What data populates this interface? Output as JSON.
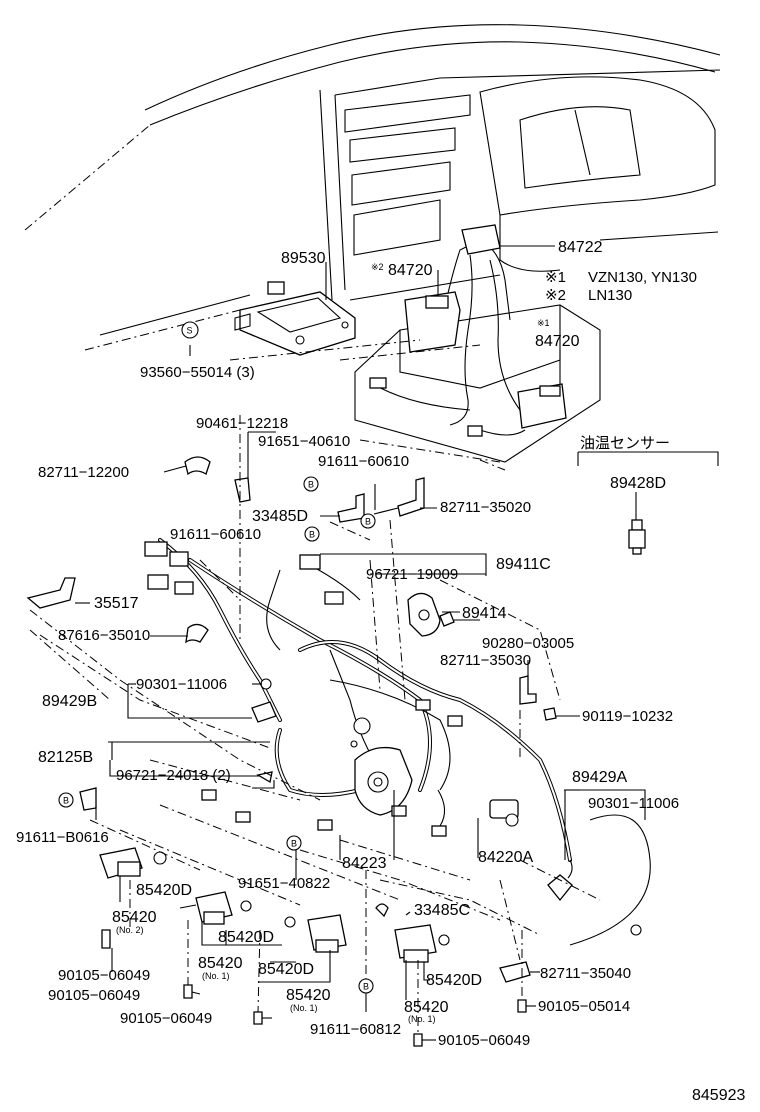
{
  "diagram_id": "845923",
  "models": {
    "note1_mark": "※1",
    "note1_text": "VZN130, YN130",
    "note2_mark": "※2",
    "note2_text": "LN130"
  },
  "section_header": "油温センサー",
  "marks": {
    "s_mark": "S",
    "b_mark": "B",
    "note1": "※1",
    "note2": "※2"
  },
  "parts": {
    "p84722": "84722",
    "p89530": "89530",
    "p84720_a": "84720",
    "p84720_b": "84720",
    "p93560": "93560−55014 (3)",
    "p90461": "90461−12218",
    "p91651_40610": "91651−40610",
    "p91611_60610_a": "91611−60610",
    "p82711_12200": "82711−12200",
    "p33485d": "33485D",
    "p82711_35020": "82711−35020",
    "p91611_60610_b": "91611−60610",
    "p89428d": "89428D",
    "p89411c": "89411C",
    "p96721_19009": "96721−19009",
    "p35517": "35517",
    "p89414": "89414",
    "p87616": "87616−35010",
    "p90280": "90280−03005",
    "p82711_35030": "82711−35030",
    "p90301_a": "90301−11006",
    "p89429b": "89429B",
    "p90119": "90119−10232",
    "p82125b": "82125B",
    "p96721_24018": "96721−24018 (2)",
    "p89429a": "89429A",
    "p90301_b": "90301−11006",
    "p91611_b0616": "91611−B0616",
    "p84223": "84223",
    "p84220a": "84220A",
    "p85420d_1": "85420D",
    "p91651_40822": "91651−40822",
    "p85420_no2": "85420",
    "no2": "(No. 2)",
    "p85420d_2": "85420D",
    "p33485c": "33485C",
    "p85420_no1_a": "85420",
    "no1_a": "(No. 1)",
    "p85420d_3": "85420D",
    "p85420d_4": "85420D",
    "p90105_06049_a": "90105−06049",
    "p90105_06049_b": "90105−06049",
    "p85420_no1_b": "85420",
    "no1_b": "(No. 1)",
    "p82711_35040": "82711−35040",
    "p85420_no1_c": "85420",
    "no1_c": "(No. 1)",
    "p90105_05014": "90105−05014",
    "p90105_06049_c": "90105−06049",
    "p91611_60812": "91611−60812",
    "p90105_06049_d": "90105−06049"
  }
}
